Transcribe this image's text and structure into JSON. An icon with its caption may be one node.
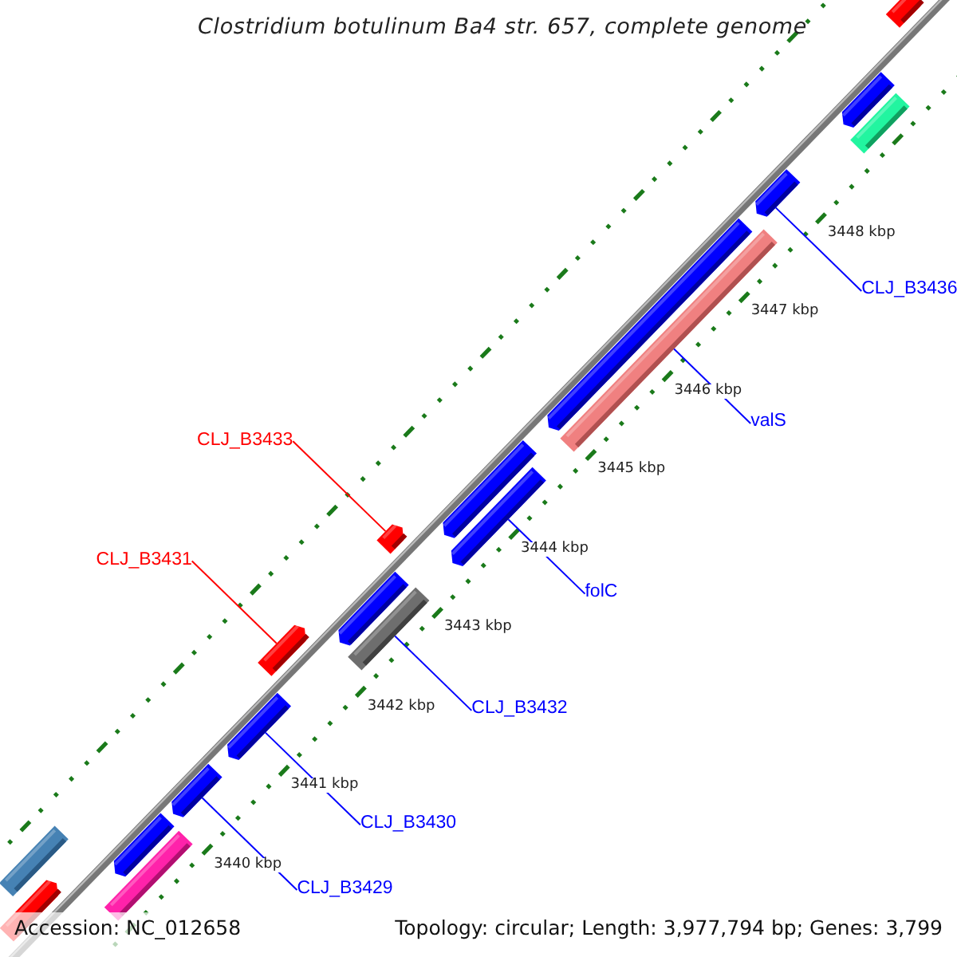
{
  "diagram": {
    "title": "Clostridium botulinum Ba4 str. 657, complete genome",
    "nodes": [
      {
        "text": [
          "CLJ_B3436"
        ]
      },
      {
        "text": [
          "valS"
        ]
      },
      {
        "text": [
          "CLJ_B3433"
        ]
      },
      {
        "text": [
          "CLJ_B3431"
        ]
      },
      {
        "text": [
          "folC"
        ]
      },
      {
        "text": [
          "CLJ_B3432"
        ]
      },
      {
        "text": [
          "CLJ_B3430"
        ]
      },
      {
        "text": [
          "CLJ_B3429"
        ]
      },
      {
        "text": [],
        "shape": "pentagon"
      },
      {
        "text": [],
        "shape": "pentagon"
      },
      {
        "text": [],
        "shape": "bar"
      },
      {
        "text": [],
        "shape": "pentagon"
      },
      {
        "text": [],
        "shape": "bar"
      },
      {
        "text": [],
        "shape": "pentagon"
      },
      {
        "text": [],
        "shape": "pentagon"
      },
      {
        "text": [],
        "shape": "pentagon"
      },
      {
        "text": [],
        "shape": "pentagon"
      },
      {
        "text": [],
        "shape": "bar"
      },
      {
        "text": [],
        "shape": "pentagon"
      },
      {
        "text": [],
        "shape": "pentagon"
      },
      {
        "text": [],
        "shape": "pentagon"
      },
      {
        "text": [],
        "shape": "pentagon"
      },
      {
        "text": [],
        "shape": "pentagon"
      },
      {
        "text": [],
        "shape": "bar"
      },
      {
        "text": [],
        "shape": "bar"
      },
      {
        "text": [],
        "shape": "pentagon"
      }
    ],
    "edges": [
      {
        "from": 0,
        "to": 11,
        "arrow": "none"
      },
      {
        "from": 1,
        "to": 12,
        "arrow": "none"
      },
      {
        "from": 2,
        "to": 16,
        "arrow": "none",
        "color": "#ff0000"
      },
      {
        "from": 3,
        "to": 19,
        "arrow": "none",
        "color": "#ff0000"
      },
      {
        "from": 4,
        "to": 15,
        "arrow": "none"
      },
      {
        "from": 5,
        "to": 17,
        "arrow": "none"
      },
      {
        "from": 6,
        "to": 20,
        "arrow": "none"
      },
      {
        "from": 7,
        "to": 21,
        "arrow": "none"
      }
    ],
    "labels": [
      "3448 kbp",
      "3447 kbp",
      "3446 kbp",
      "3445 kbp",
      "3444 kbp",
      "3443 kbp",
      "3442 kbp",
      "3441 kbp",
      "3440 kbp",
      "Accession: NC_012658",
      "Topology: circular; Length: 3,977,794 bp; Genes: 3,799"
    ]
  }
}
